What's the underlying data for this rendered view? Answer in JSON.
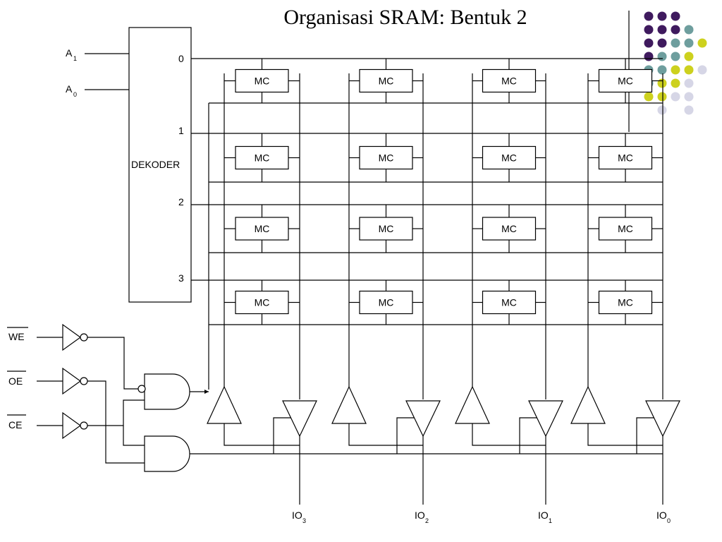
{
  "title": "Organisasi SRAM: Bentuk 2",
  "diagram": {
    "address_inputs": [
      {
        "label": "A",
        "sub": "1",
        "pin": "1"
      },
      {
        "label": "A",
        "sub": "0",
        "pin": "0"
      }
    ],
    "decoder_label": "DEKODER",
    "decoder_outputs": [
      "0",
      "1",
      "2",
      "3"
    ],
    "cell_label": "MC",
    "control_inputs": [
      "WE",
      "OE",
      "CE"
    ],
    "io_pins": [
      {
        "label": "IO",
        "sub": "3"
      },
      {
        "label": "IO",
        "sub": "2"
      },
      {
        "label": "IO",
        "sub": "1"
      },
      {
        "label": "IO",
        "sub": "0"
      }
    ]
  },
  "dot_colors": {
    "purple": "#3f1a5e",
    "teal": "#6e9e9e",
    "yellow": "#cdd11e",
    "lavender": "#d6d6e6"
  }
}
